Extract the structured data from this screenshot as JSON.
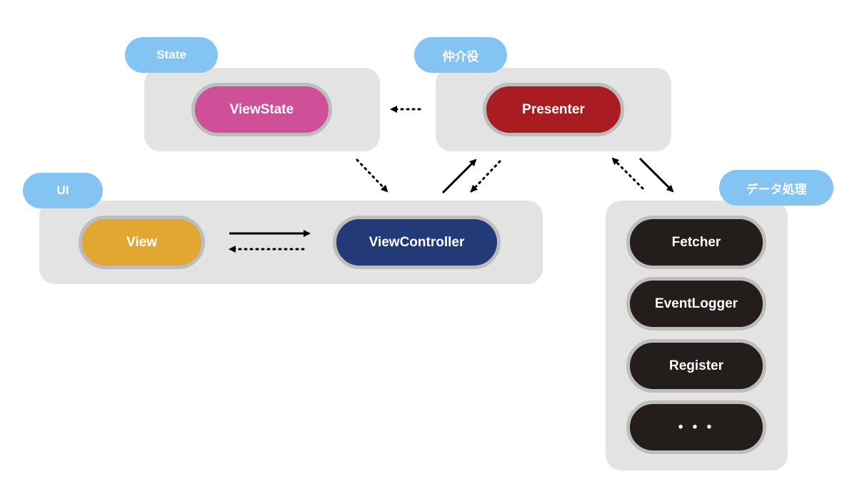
{
  "groups": {
    "state": {
      "tag": "State"
    },
    "mediator": {
      "tag": "仲介役"
    },
    "ui": {
      "tag": "UI"
    },
    "data": {
      "tag": "データ処理"
    }
  },
  "components": {
    "viewstate": {
      "label": "ViewState",
      "color": "#cf4f98"
    },
    "presenter": {
      "label": "Presenter",
      "color": "#a91c22"
    },
    "view": {
      "label": "View",
      "color": "#e1a731"
    },
    "viewcontroller": {
      "label": "ViewController",
      "color": "#233a79"
    },
    "fetcher": {
      "label": "Fetcher",
      "color": "#231e1c"
    },
    "eventlogger": {
      "label": "EventLogger",
      "color": "#231e1c"
    },
    "register": {
      "label": "Register",
      "color": "#231e1c"
    },
    "more": {
      "label": "• • •",
      "color": "#231e1c"
    }
  },
  "colors": {
    "group_bg": "#e3e3e3",
    "tag_bg": "#84c4f2",
    "pill_border": "#bdbdbd",
    "arrow": "#000000"
  }
}
